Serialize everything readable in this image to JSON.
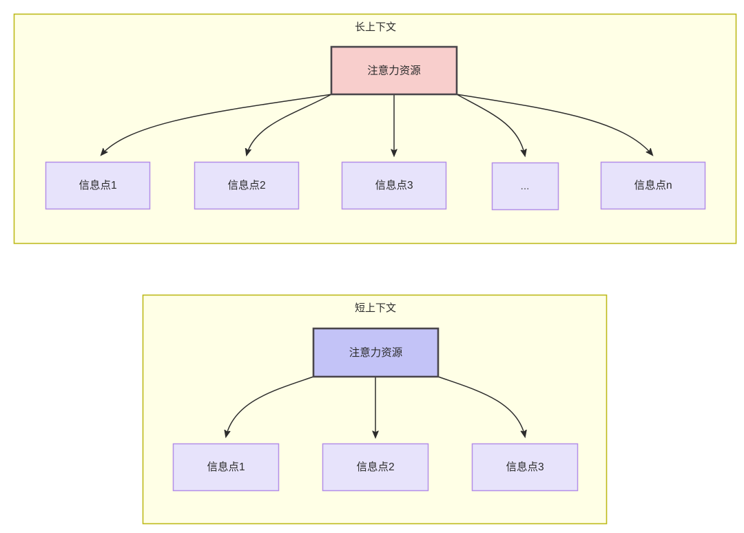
{
  "diagram": {
    "title_long": "长上下文",
    "title_short": "短上下文",
    "colors": {
      "group_fill": "#ffffe6",
      "group_stroke": "#bdb919",
      "attention_long_fill": "#f8cecc",
      "attention_short_fill": "#c3c3f7",
      "node_fill": "#e7e3fb",
      "node_stroke": "#b38ee8",
      "edge_stroke": "#2c2c2c"
    },
    "groups": [
      {
        "id": "long-context",
        "label": "长上下文",
        "root": {
          "id": "attention-long",
          "label": "注意力资源"
        },
        "children": [
          {
            "id": "info-point-1",
            "label": "信息点1"
          },
          {
            "id": "info-point-2",
            "label": "信息点2"
          },
          {
            "id": "info-point-3",
            "label": "信息点3"
          },
          {
            "id": "info-point-ellipsis",
            "label": "..."
          },
          {
            "id": "info-point-n",
            "label": "信息点n"
          }
        ]
      },
      {
        "id": "short-context",
        "label": "短上下文",
        "root": {
          "id": "attention-short",
          "label": "注意力资源"
        },
        "children": [
          {
            "id": "info-point-s1",
            "label": "信息点1"
          },
          {
            "id": "info-point-s2",
            "label": "信息点2"
          },
          {
            "id": "info-point-s3",
            "label": "信息点3"
          }
        ]
      }
    ]
  }
}
